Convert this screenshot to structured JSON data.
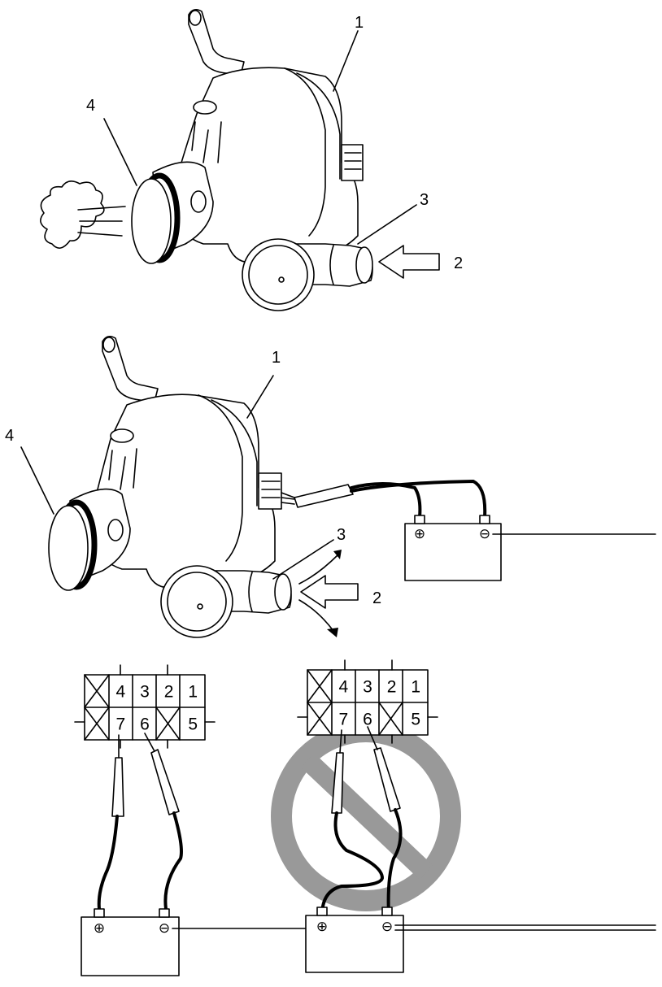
{
  "figure_1": {
    "callouts": [
      {
        "id": "valve",
        "text": "1"
      },
      {
        "id": "air-inlet-arrow",
        "text": "2"
      },
      {
        "id": "inlet-port",
        "text": "3"
      },
      {
        "id": "outlet-port",
        "text": "4"
      }
    ]
  },
  "figure_2": {
    "callouts": [
      {
        "id": "valve",
        "text": "1"
      },
      {
        "id": "air-inlet-arrow",
        "text": "2"
      },
      {
        "id": "inlet-port",
        "text": "3"
      },
      {
        "id": "outlet-port",
        "text": "4"
      }
    ],
    "battery": {
      "positive": "⊕",
      "negative": "⊖"
    }
  },
  "connector_correct": {
    "top_row": [
      "",
      "4",
      "3",
      "2",
      "1"
    ],
    "bottom_row": [
      "",
      "7",
      "6",
      "",
      "5"
    ],
    "battery": {
      "positive": "⊕",
      "negative": "⊖"
    }
  },
  "connector_incorrect": {
    "top_row": [
      "",
      "4",
      "3",
      "2",
      "1"
    ],
    "bottom_row": [
      "",
      "7",
      "6",
      "",
      "5"
    ],
    "battery": {
      "positive": "⊕",
      "negative": "⊖"
    },
    "prohibition_color": "#999999"
  },
  "colors": {
    "line": "#000000",
    "background": "#ffffff",
    "prohibition": "#999999"
  }
}
